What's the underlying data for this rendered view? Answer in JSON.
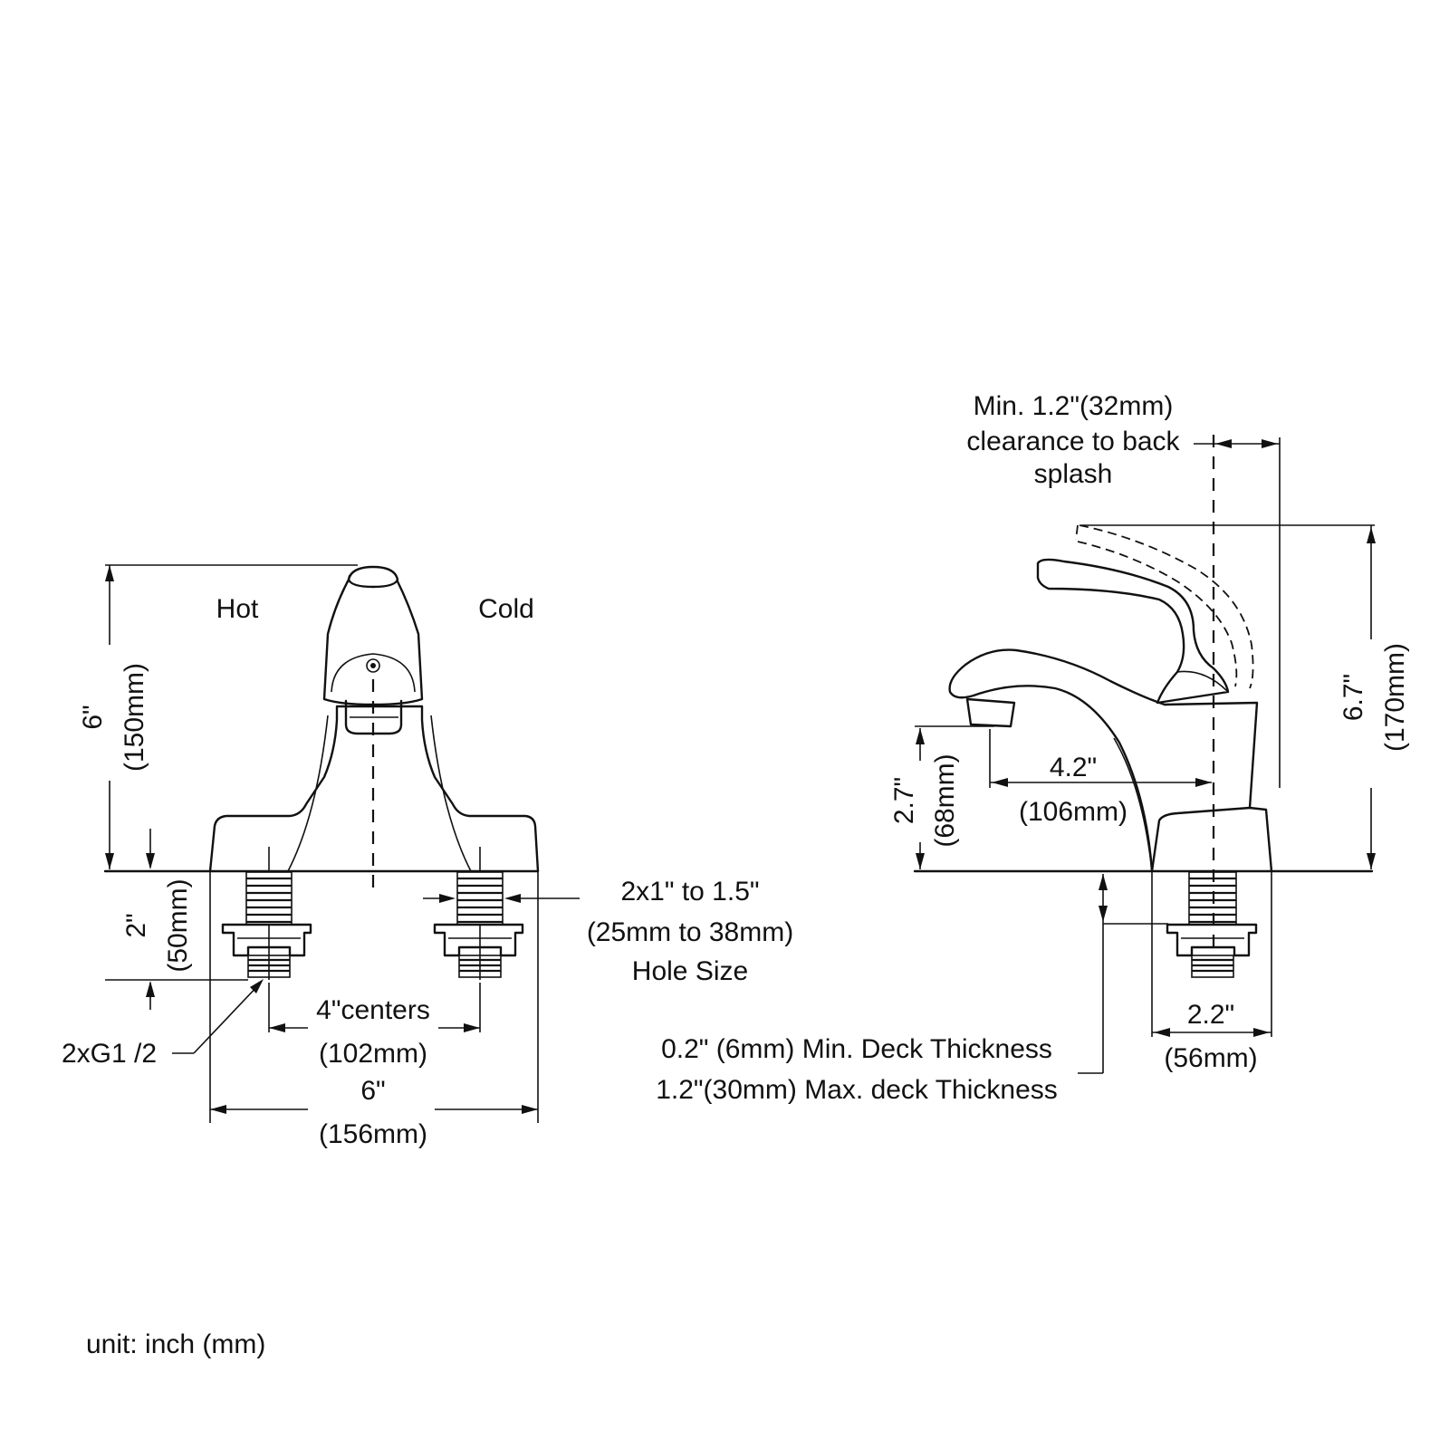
{
  "front_view": {
    "label_hot": "Hot",
    "label_cold": "Cold",
    "height_in": "6\"",
    "height_mm": "(150mm)",
    "shank_in": "2\"",
    "shank_mm": "(50mm)",
    "connection": "2xG1 /2",
    "centers_in": "4\"centers",
    "centers_mm": "(102mm)",
    "width_in": "6\"",
    "width_mm": "(156mm)",
    "hole_size_line1": "2x1\" to 1.5\"",
    "hole_size_line2": "(25mm to 38mm)",
    "hole_size_line3": "Hole Size"
  },
  "side_view": {
    "clearance_line1": "Min. 1.2\"(32mm)",
    "clearance_line2": "clearance to back",
    "clearance_line3": "splash",
    "height_in": "6.7\"",
    "height_mm": "(170mm)",
    "spout_height_in": "2.7\"",
    "spout_height_mm": "(68mm)",
    "reach_in": "4.2\"",
    "reach_mm": "(106mm)",
    "base_in": "2.2\"",
    "base_mm": "(56mm)",
    "deck_min": "0.2\" (6mm) Min. Deck Thickness",
    "deck_max": "1.2\"(30mm) Max. deck Thickness"
  },
  "unit_note": "unit:  inch (mm)"
}
